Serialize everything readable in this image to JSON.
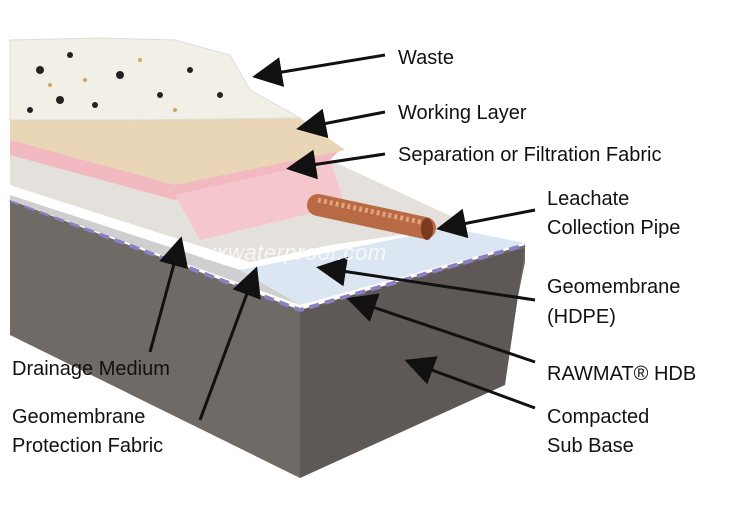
{
  "labels": {
    "waste": "Waste",
    "working_layer": "Working Layer",
    "separation": "Separation or Filtration Fabric",
    "pipe_1": "Leachate",
    "pipe_2": "Collection Pipe",
    "geomembrane_1": "Geomembrane",
    "geomembrane_2": "(HDPE)",
    "rawmat": "RAWMAT® HDB",
    "subbase_1": "Compacted",
    "subbase_2": "Sub Base",
    "drainage": "Drainage Medium",
    "protection_1": "Geomembrane",
    "protection_2": "Protection Fabric"
  },
  "watermark": "xxwaterproof.com",
  "colors": {
    "subbase": "#6f6a66",
    "geomembrane": "#dbe6f2",
    "drainage": "#e4e1dc",
    "fabric": "#f2b9c0",
    "working": "#e8d6b6",
    "pipe": "#b86a44"
  }
}
